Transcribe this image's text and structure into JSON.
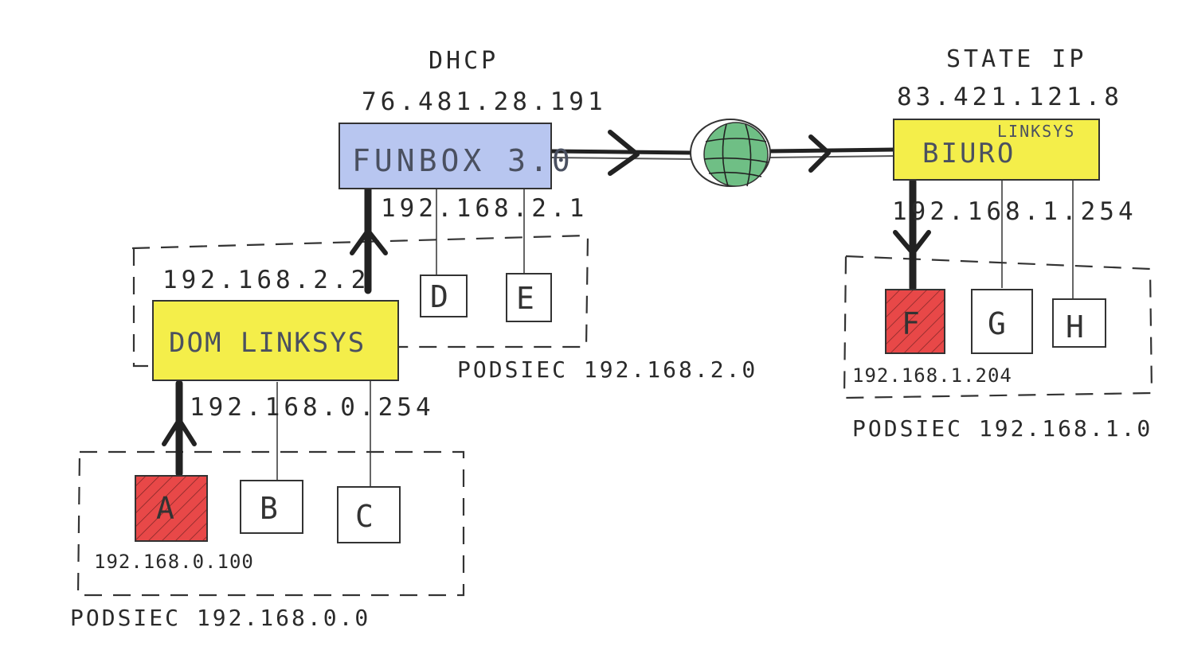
{
  "routers": {
    "funbox": {
      "label": "FUNBOX 3.0",
      "top_label": "DHCP",
      "wan_ip": "76.481.28.191",
      "lan_ip": "192.168.2.1",
      "color": "#b8c6f0"
    },
    "dom": {
      "label": "DOM LINKSYS",
      "wan_ip": "192.168.2.2",
      "lan_ip": "192.168.0.254",
      "color": "#f4ee4a"
    },
    "biuro": {
      "label": "BIURO",
      "sub_label": "LINKSYS",
      "top_label": "STATE IP",
      "wan_ip": "83.421.121.8",
      "lan_ip": "192.168.1.254",
      "color": "#f4ee4a"
    }
  },
  "internet": {
    "icon": "globe-icon",
    "color": "#6fbf85"
  },
  "devices": {
    "a": {
      "label": "A",
      "ip": "192.168.0.100",
      "color": "#e84848"
    },
    "b": {
      "label": "B"
    },
    "c": {
      "label": "C"
    },
    "d": {
      "label": "D"
    },
    "e": {
      "label": "E"
    },
    "f": {
      "label": "F",
      "ip": "192.168.1.204",
      "color": "#e84848"
    },
    "g": {
      "label": "G"
    },
    "h": {
      "label": "H"
    }
  },
  "subnets": {
    "s0": "PODSIEC 192.168.0.0",
    "s2": "PODSIEC 192.168.2.0",
    "s1": "PODSIEC 192.168.1.0"
  }
}
